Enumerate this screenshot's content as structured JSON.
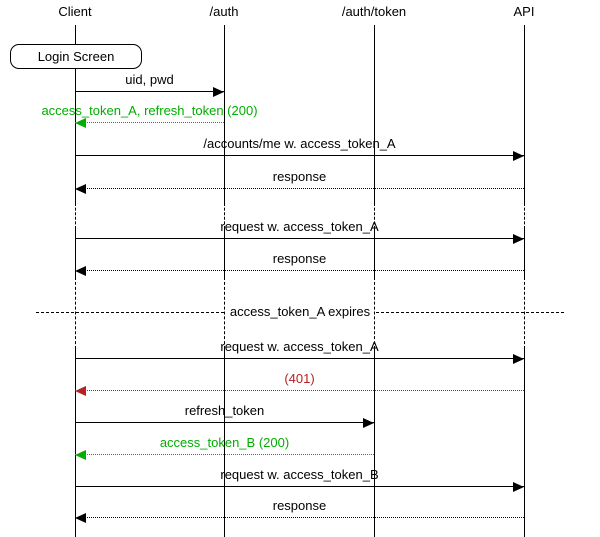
{
  "diagram": {
    "type": "sequence",
    "actors": [
      {
        "label": "Client"
      },
      {
        "label": "/auth"
      },
      {
        "label": "/auth/token"
      },
      {
        "label": "API"
      }
    ],
    "note": {
      "label": "Login Screen"
    },
    "divider": {
      "label": "access_token_A expires"
    },
    "messages": [
      {
        "label": "uid, pwd",
        "from": 0,
        "to": 1,
        "line": "solid",
        "status": "default"
      },
      {
        "label": "access_token_A, refresh_token (200)",
        "from": 1,
        "to": 0,
        "line": "dotted",
        "status": "success"
      },
      {
        "label": "/accounts/me w. access_token_A",
        "from": 0,
        "to": 3,
        "line": "solid",
        "status": "default"
      },
      {
        "label": "response",
        "from": 3,
        "to": 0,
        "line": "dotted",
        "status": "default"
      },
      {
        "label": "request w. access_token_A",
        "from": 0,
        "to": 3,
        "line": "solid",
        "status": "default"
      },
      {
        "label": "response",
        "from": 3,
        "to": 0,
        "line": "dotted",
        "status": "default"
      },
      {
        "label": "request w. access_token_A",
        "from": 0,
        "to": 3,
        "line": "solid",
        "status": "default"
      },
      {
        "label": "(401)",
        "from": 3,
        "to": 0,
        "line": "dotted",
        "status": "error"
      },
      {
        "label": "refresh_token",
        "from": 0,
        "to": 2,
        "line": "solid",
        "status": "default"
      },
      {
        "label": "access_token_B (200)",
        "from": 2,
        "to": 0,
        "line": "dotted",
        "status": "success"
      },
      {
        "label": "request w. access_token_B",
        "from": 0,
        "to": 3,
        "line": "solid",
        "status": "default"
      },
      {
        "label": "response",
        "from": 3,
        "to": 0,
        "line": "dotted",
        "status": "default"
      }
    ],
    "colors": {
      "default": "#000000",
      "success": "#00ae00",
      "error": "#b92121"
    }
  }
}
